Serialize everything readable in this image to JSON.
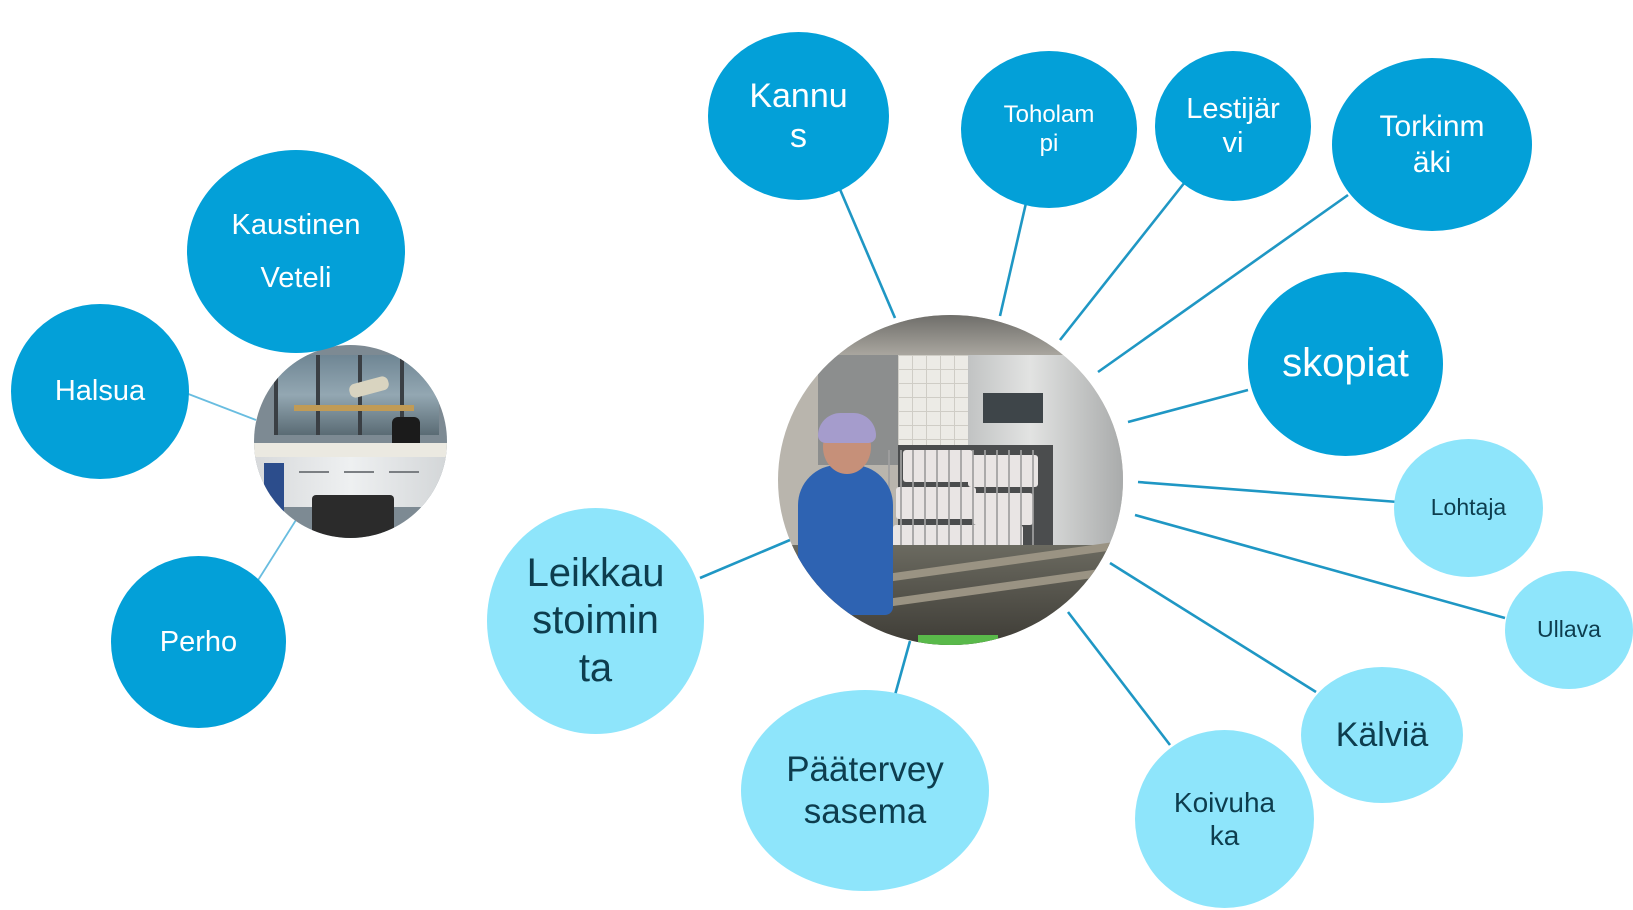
{
  "colors": {
    "dark_node": "#03a0d8",
    "light_node": "#8ee5fb",
    "connector": "#1f97c4"
  },
  "left_cluster": {
    "photo": "office reception counter photo",
    "nodes": {
      "kaustinen_veteli": {
        "line1": "Kaustinen",
        "line2": "Veteli"
      },
      "halsua": {
        "line1": "Halsua"
      },
      "perho": {
        "line1": "Perho"
      }
    }
  },
  "center_cluster": {
    "photo": "instrument sterilization photo",
    "nodes": {
      "kannus": {
        "line1": "Kannu",
        "line2": "s"
      },
      "toholampi": {
        "line1": "Toholam",
        "line2": "pi"
      },
      "lestijarvi": {
        "line1": "Lestijär",
        "line2": "vi"
      },
      "torkinmaki": {
        "line1": "Torkinm",
        "line2": "äki"
      },
      "skopiat": {
        "line1": "skopiat"
      },
      "lohtaja": {
        "line1": "Lohtaja"
      },
      "ullava": {
        "line1": "Ullava"
      },
      "kalvia": {
        "line1": "Kälviä"
      },
      "koivuhaka": {
        "line1": "Koivuha",
        "line2": "ka"
      },
      "paaterveysasema": {
        "line1": "Päätervey",
        "line2": "sasema"
      },
      "leikkaustoiminta": {
        "line1": "Leikkau",
        "line2": "stoimin",
        "line3": "ta"
      }
    }
  }
}
